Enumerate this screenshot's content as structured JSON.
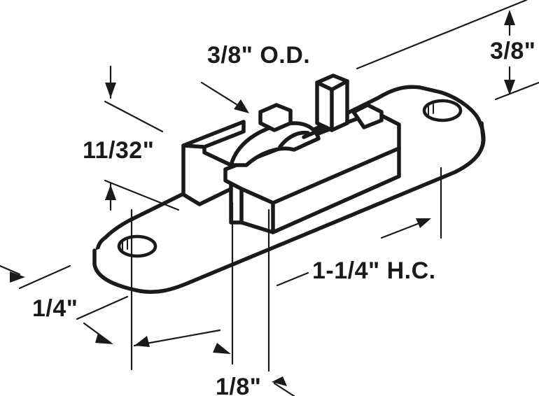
{
  "dimensions": {
    "od": "3/8\" O.D.",
    "height_right": "3/8\"",
    "height_left": "11/32\"",
    "width": "1/4\"",
    "hole_center": "1-1/4\" H.C.",
    "thickness": "1/8\""
  },
  "colors": {
    "line": "#1a1a1a",
    "background": "#ffffff"
  }
}
